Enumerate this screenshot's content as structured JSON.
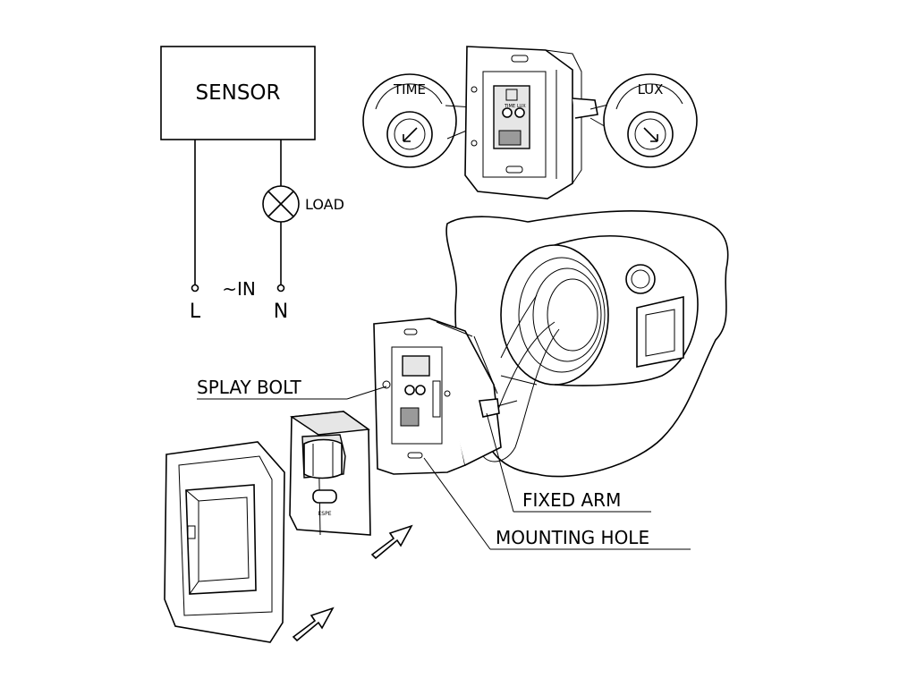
{
  "wiring": {
    "sensor_label": "SENSOR",
    "load_label": "LOAD",
    "line_label": "L",
    "neutral_label": "N",
    "supply_label": "~IN"
  },
  "knobs": {
    "time_label": "TIME",
    "lux_label": "LUX",
    "terminal_time": "TIME",
    "terminal_lux": "LUX"
  },
  "callouts": {
    "splay_bolt": "SPLAY BOLT",
    "fixed_arm": "FIXED ARM",
    "mounting_hole": "MOUNTING HOLE"
  },
  "lens_marking": "ESPE"
}
